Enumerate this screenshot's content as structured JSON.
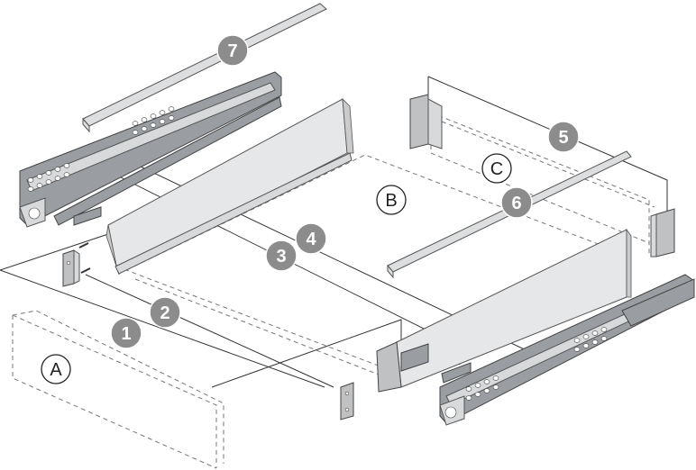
{
  "part_labels": [
    "1",
    "2",
    "3",
    "4",
    "5",
    "6",
    "7"
  ],
  "zone_labels": [
    "A",
    "B",
    "C"
  ]
}
